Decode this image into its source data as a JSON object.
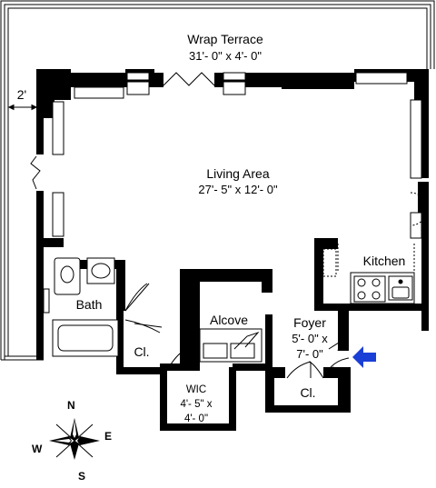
{
  "rooms": {
    "terrace": {
      "name": "Wrap Terrace",
      "dims": "31'- 0\" x 4'- 0\""
    },
    "terrace_width": "2'",
    "living": {
      "name": "Living Area",
      "dims": "27'- 5\" x 12'- 0\""
    },
    "kitchen": {
      "name": "Kitchen"
    },
    "bath": {
      "name": "Bath"
    },
    "alcove": {
      "name": "Alcove"
    },
    "foyer": {
      "name": "Foyer",
      "dims_line1": "5'- 0\" x",
      "dims_line2": "7'- 0\""
    },
    "closet_left": {
      "name": "Cl."
    },
    "closet_right": {
      "name": "Cl."
    },
    "wic": {
      "name": "WIC",
      "dims_line1": "4'- 5\" x",
      "dims_line2": "4'- 0\""
    }
  },
  "compass": {
    "n": "N",
    "s": "S",
    "e": "E",
    "w": "W"
  },
  "colors": {
    "wall": "#000000",
    "entry_arrow": "#1a3fd6"
  }
}
